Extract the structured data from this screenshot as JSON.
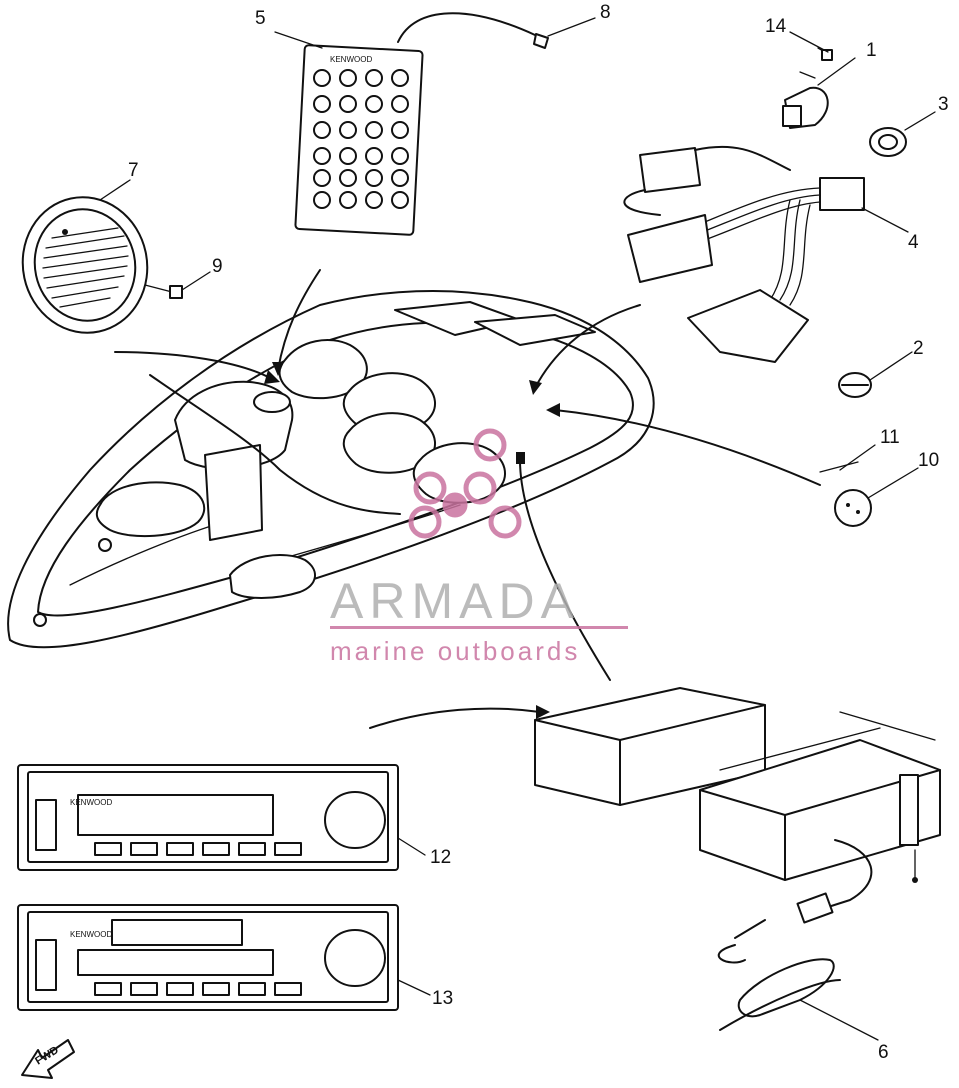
{
  "diagram": {
    "callouts": [
      {
        "id": "c1",
        "text": "1"
      },
      {
        "id": "c2",
        "text": "2"
      },
      {
        "id": "c3",
        "text": "3"
      },
      {
        "id": "c4",
        "text": "4"
      },
      {
        "id": "c5",
        "text": "5"
      },
      {
        "id": "c6",
        "text": "6"
      },
      {
        "id": "c7",
        "text": "7"
      },
      {
        "id": "c8",
        "text": "8"
      },
      {
        "id": "c9",
        "text": "9"
      },
      {
        "id": "c10",
        "text": "10"
      },
      {
        "id": "c11",
        "text": "11"
      },
      {
        "id": "c12",
        "text": "12"
      },
      {
        "id": "c13",
        "text": "13"
      },
      {
        "id": "c14",
        "text": "14"
      }
    ],
    "remote_brand": "KENWOOD",
    "stereo_brand_12": "KENWOOD",
    "stereo_brand_13": "KENWOOD",
    "fwd_label": "FWD"
  },
  "watermark": {
    "name": "ARMADA",
    "tagline": "marine outboards",
    "color": "#c9739f"
  }
}
